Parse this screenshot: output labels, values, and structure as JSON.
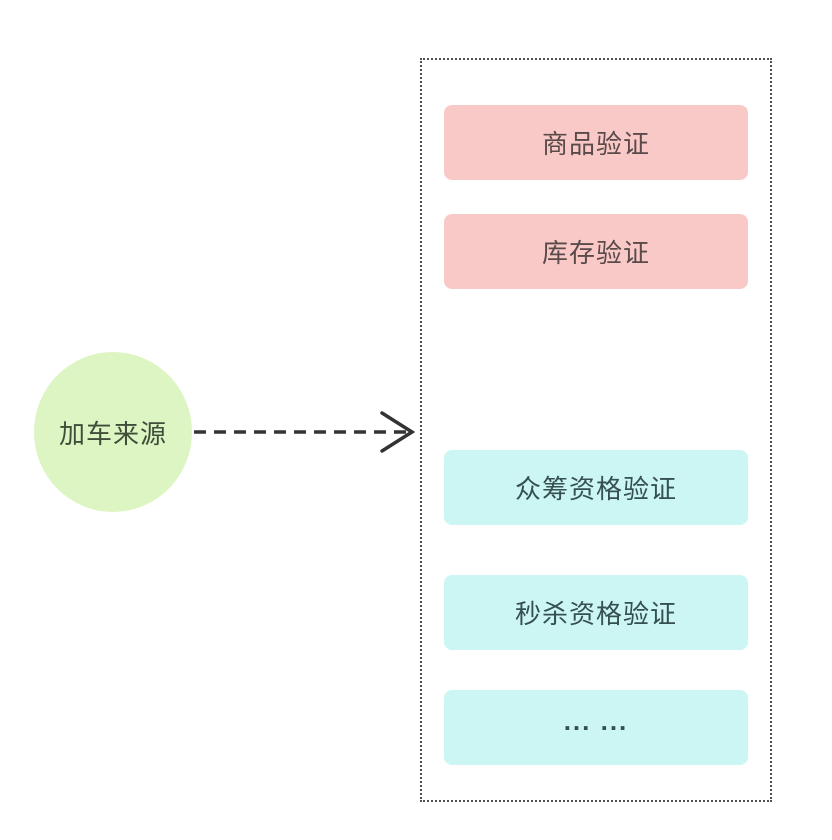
{
  "source": {
    "label": "加车来源"
  },
  "arrow": {
    "style": "dashed",
    "direction": "right"
  },
  "panel": {
    "boxes": [
      {
        "label": "商品验证",
        "type": "pink"
      },
      {
        "label": "库存验证",
        "type": "pink"
      },
      {
        "label": "众筹资格验证",
        "type": "cyan"
      },
      {
        "label": "秒杀资格验证",
        "type": "cyan"
      },
      {
        "label": "... ...",
        "type": "cyan"
      }
    ]
  },
  "colors": {
    "circleFill": "#ddf5c2",
    "circleText": "#3f4d3a",
    "pinkFill": "#f9c9c8",
    "pinkText": "#5a4a4a",
    "cyanFill": "#cbf6f3",
    "cyanText": "#35504f",
    "panelBorder": "#4f4f4f",
    "arrowColor": "#333333"
  }
}
